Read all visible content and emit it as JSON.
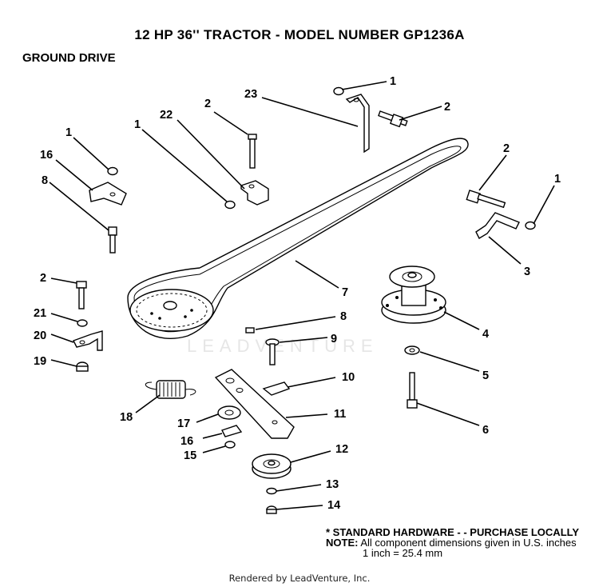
{
  "title": "12 HP 36'' TRACTOR  - MODEL NUMBER GP1236A",
  "section": "GROUND DRIVE",
  "callouts": [
    {
      "id": "c1a",
      "label": "1"
    },
    {
      "id": "c2a",
      "label": "2"
    },
    {
      "id": "c23",
      "label": "23"
    },
    {
      "id": "c2b",
      "label": "2"
    },
    {
      "id": "c1b",
      "label": "1"
    },
    {
      "id": "c22",
      "label": "22"
    },
    {
      "id": "c1c",
      "label": "1"
    },
    {
      "id": "c16a",
      "label": "16"
    },
    {
      "id": "c8a",
      "label": "8"
    },
    {
      "id": "c2c",
      "label": "2"
    },
    {
      "id": "c1d",
      "label": "1"
    },
    {
      "id": "c3",
      "label": "3"
    },
    {
      "id": "c7",
      "label": "7"
    },
    {
      "id": "c2d",
      "label": "2"
    },
    {
      "id": "c21",
      "label": "21"
    },
    {
      "id": "c20",
      "label": "20"
    },
    {
      "id": "c19",
      "label": "19"
    },
    {
      "id": "c8b",
      "label": "8"
    },
    {
      "id": "c9",
      "label": "9"
    },
    {
      "id": "c4",
      "label": "4"
    },
    {
      "id": "c5",
      "label": "5"
    },
    {
      "id": "c10",
      "label": "10"
    },
    {
      "id": "c18",
      "label": "18"
    },
    {
      "id": "c17",
      "label": "17"
    },
    {
      "id": "c11",
      "label": "11"
    },
    {
      "id": "c6",
      "label": "6"
    },
    {
      "id": "c16b",
      "label": "16"
    },
    {
      "id": "c15",
      "label": "15"
    },
    {
      "id": "c12",
      "label": "12"
    },
    {
      "id": "c13",
      "label": "13"
    },
    {
      "id": "c14",
      "label": "14"
    }
  ],
  "notes": {
    "hardware": "* STANDARD HARDWARE - - PURCHASE LOCALLY",
    "note_label": "NOTE:",
    "note_text": "All component dimensions given in U.S. inches",
    "conversion": "1 inch = 25.4 mm"
  },
  "watermark": "LEADVENTURE",
  "footer": "Rendered by LeadVenture, Inc."
}
